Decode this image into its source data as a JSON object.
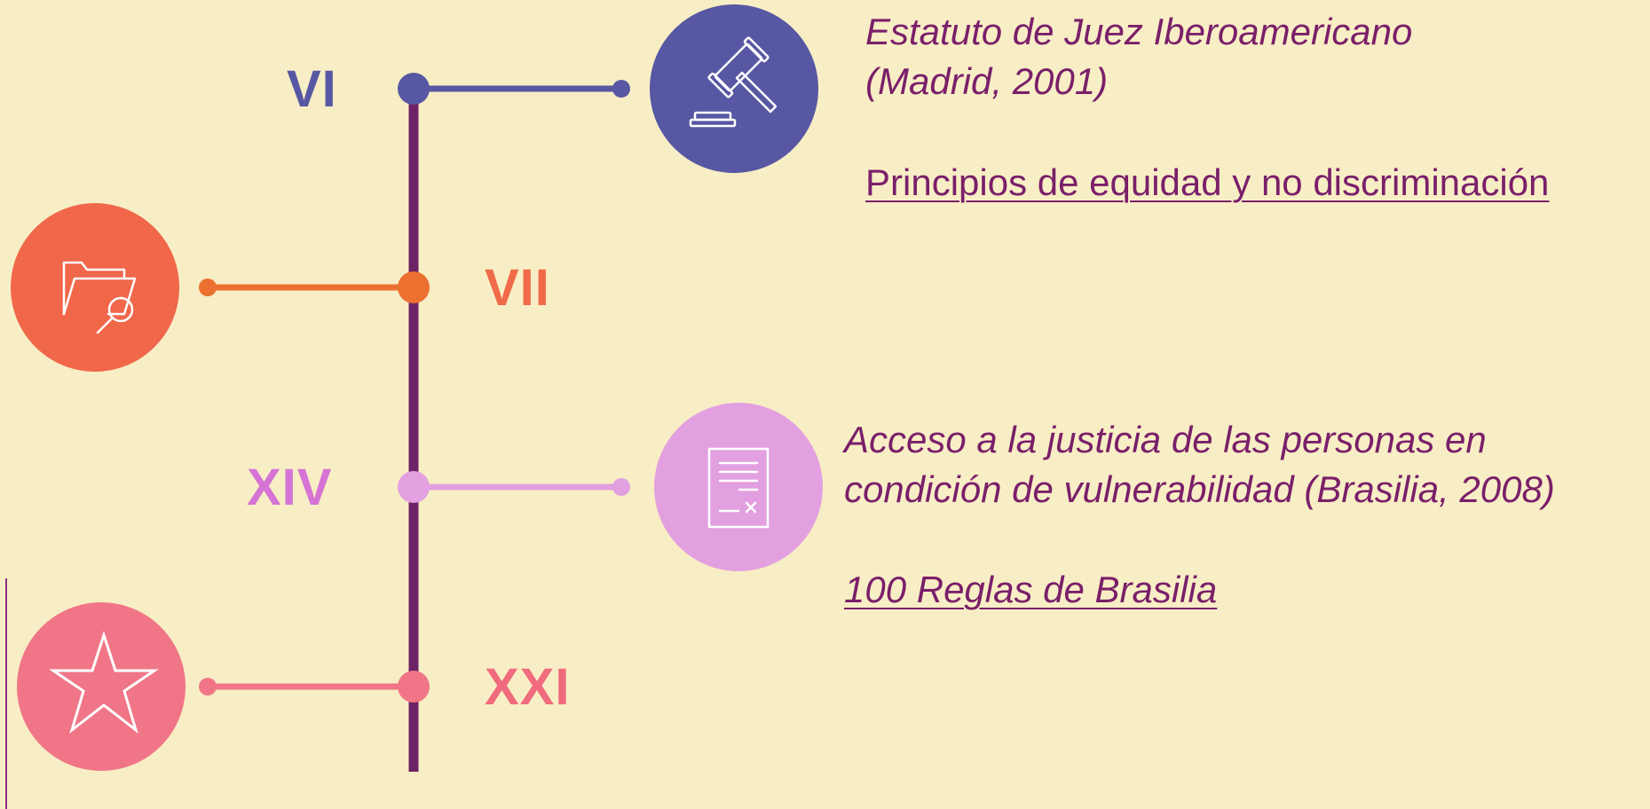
{
  "timeline": {
    "spine_color": "#6e2266",
    "items": [
      {
        "numeral": "VI",
        "color": "#5757a3",
        "node_color": "#5757a3",
        "icon": "gavel-icon",
        "side": "right"
      },
      {
        "numeral": "VII",
        "color": "#f06b4a",
        "node_color": "#ec7030",
        "icon": "folder-search-icon",
        "side": "left"
      },
      {
        "numeral": "XIV",
        "color": "#d674d6",
        "node_color": "#e3a0e0",
        "icon": "document-icon",
        "side": "right"
      },
      {
        "numeral": "XXI",
        "color": "#f06b7d",
        "node_color": "#f07687",
        "icon": "star-icon",
        "side": "left"
      }
    ]
  },
  "entries": {
    "estatuto": {
      "title_line1": "Estatuto de Juez Iberoamericano",
      "title_line2": "(Madrid, 2001)",
      "link": "Principios de equidad y no discriminación"
    },
    "brasilia": {
      "title_line1": "Acceso a la justicia de las personas en",
      "title_line2": "condición de vulnerabilidad (Brasilia, 2008)",
      "link": "100 Reglas de Brasilia"
    }
  },
  "colors": {
    "background": "#f8eec5",
    "text": "#7a1f6a",
    "icon_stroke": "#ffffff"
  }
}
